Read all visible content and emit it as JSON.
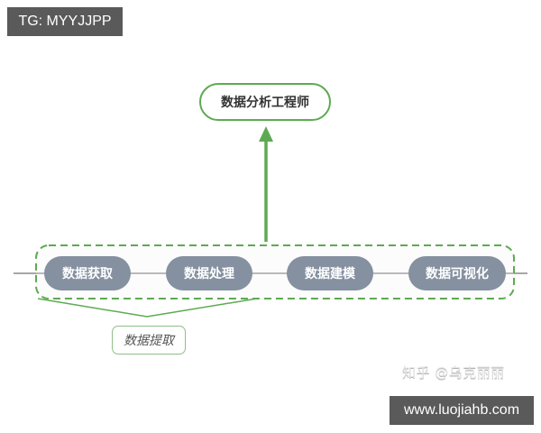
{
  "watermarks": {
    "top_left": "TG: MYYJJPP",
    "bottom_right": "www.luojiahb.com",
    "zhihu": "知乎 @乌克丽丽"
  },
  "diagram": {
    "goal": "数据分析工程师",
    "stages": [
      "数据获取",
      "数据处理",
      "数据建模",
      "数据可视化"
    ],
    "group_label": "数据提取",
    "colors": {
      "green": "#5eaa52",
      "stage_fill": "#8590a0",
      "axis_line": "#8a8a8a"
    }
  }
}
